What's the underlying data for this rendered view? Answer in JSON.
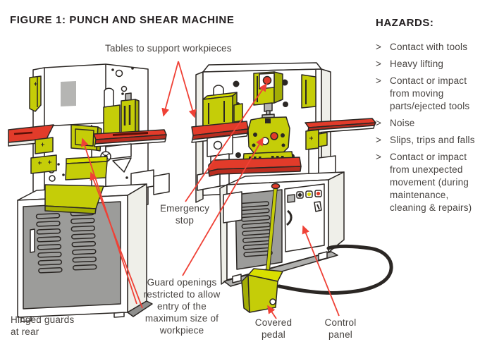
{
  "figure": {
    "title": "FIGURE 1: PUNCH AND SHEAR MACHINE"
  },
  "labels": {
    "tables": "Tables to support workpieces",
    "emergency_stop": "Emergency stop",
    "hinged_guards": "Hinged guards at rear",
    "guard_openings": "Guard openings restricted to allow entry of the maximum size of workpiece",
    "covered_pedal": "Covered pedal",
    "control_panel": "Control panel"
  },
  "hazards": {
    "title": "HAZARDS:",
    "bullet": ">",
    "items": [
      "Contact with tools",
      "Heavy lifting",
      "Contact or impact from moving parts/ejected tools",
      "Noise",
      "Slips, trips and falls",
      "Contact or impact from unexpected movement (during maintenance, cleaning & repairs)"
    ]
  },
  "colors": {
    "guard_yellow": "#c5cd08",
    "guard_yellow_light": "#d9df00",
    "guard_yellow_dark": "#a3ad04",
    "table_red": "#e23b2a",
    "table_red_dark": "#b92d20",
    "annotation_red": "#ef4136",
    "panel_gray": "#9c9c9a",
    "outline": "#2b2724",
    "text_dark": "#474340"
  }
}
